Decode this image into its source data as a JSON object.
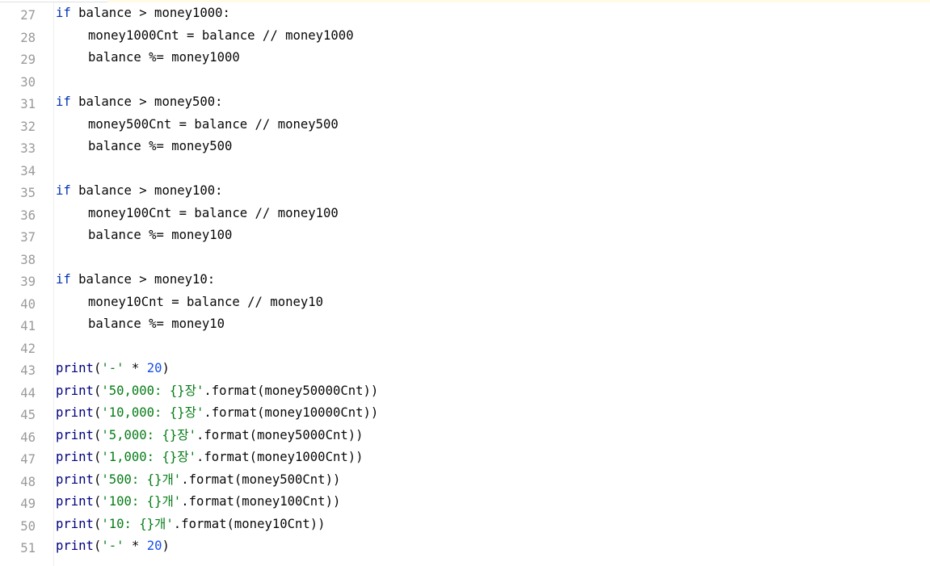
{
  "editor": {
    "colors": {
      "keyword": "#0033b3",
      "builtin": "#000080",
      "string": "#067d17",
      "number": "#1750eb",
      "default": "#080808",
      "line_number": "#999999"
    },
    "lines": [
      {
        "num": "27",
        "indent": 0,
        "tokens": [
          {
            "t": "kw",
            "v": "if"
          },
          {
            "t": "op",
            "v": " balance > money1000:"
          }
        ]
      },
      {
        "num": "28",
        "indent": 1,
        "tokens": [
          {
            "t": "op",
            "v": "money1000Cnt = balance // money1000"
          }
        ]
      },
      {
        "num": "29",
        "indent": 1,
        "tokens": [
          {
            "t": "op",
            "v": "balance %= money1000"
          }
        ]
      },
      {
        "num": "30",
        "indent": 0,
        "tokens": []
      },
      {
        "num": "31",
        "indent": 0,
        "tokens": [
          {
            "t": "kw",
            "v": "if"
          },
          {
            "t": "op",
            "v": " balance > money500:"
          }
        ]
      },
      {
        "num": "32",
        "indent": 1,
        "tokens": [
          {
            "t": "op",
            "v": "money500Cnt = balance // money500"
          }
        ]
      },
      {
        "num": "33",
        "indent": 1,
        "tokens": [
          {
            "t": "op",
            "v": "balance %= money500"
          }
        ]
      },
      {
        "num": "34",
        "indent": 0,
        "tokens": []
      },
      {
        "num": "35",
        "indent": 0,
        "tokens": [
          {
            "t": "kw",
            "v": "if"
          },
          {
            "t": "op",
            "v": " balance > money100:"
          }
        ]
      },
      {
        "num": "36",
        "indent": 1,
        "tokens": [
          {
            "t": "op",
            "v": "money100Cnt = balance // money100"
          }
        ]
      },
      {
        "num": "37",
        "indent": 1,
        "tokens": [
          {
            "t": "op",
            "v": "balance %= money100"
          }
        ]
      },
      {
        "num": "38",
        "indent": 0,
        "tokens": []
      },
      {
        "num": "39",
        "indent": 0,
        "tokens": [
          {
            "t": "kw",
            "v": "if"
          },
          {
            "t": "op",
            "v": " balance > money10:"
          }
        ]
      },
      {
        "num": "40",
        "indent": 1,
        "tokens": [
          {
            "t": "op",
            "v": "money10Cnt = balance // money10"
          }
        ]
      },
      {
        "num": "41",
        "indent": 1,
        "tokens": [
          {
            "t": "op",
            "v": "balance %= money10"
          }
        ]
      },
      {
        "num": "42",
        "indent": 0,
        "tokens": []
      },
      {
        "num": "43",
        "indent": 0,
        "tokens": [
          {
            "t": "fn",
            "v": "print"
          },
          {
            "t": "op",
            "v": "("
          },
          {
            "t": "st",
            "v": "'-'"
          },
          {
            "t": "op",
            "v": " * "
          },
          {
            "t": "nm",
            "v": "20"
          },
          {
            "t": "op",
            "v": ")"
          }
        ]
      },
      {
        "num": "44",
        "indent": 0,
        "tokens": [
          {
            "t": "fn",
            "v": "print"
          },
          {
            "t": "op",
            "v": "("
          },
          {
            "t": "st",
            "v": "'50,000: {}장'"
          },
          {
            "t": "op",
            "v": ".format(money50000Cnt))"
          }
        ]
      },
      {
        "num": "45",
        "indent": 0,
        "tokens": [
          {
            "t": "fn",
            "v": "print"
          },
          {
            "t": "op",
            "v": "("
          },
          {
            "t": "st",
            "v": "'10,000: {}장'"
          },
          {
            "t": "op",
            "v": ".format(money10000Cnt))"
          }
        ]
      },
      {
        "num": "46",
        "indent": 0,
        "tokens": [
          {
            "t": "fn",
            "v": "print"
          },
          {
            "t": "op",
            "v": "("
          },
          {
            "t": "st",
            "v": "'5,000: {}장'"
          },
          {
            "t": "op",
            "v": ".format(money5000Cnt))"
          }
        ]
      },
      {
        "num": "47",
        "indent": 0,
        "tokens": [
          {
            "t": "fn",
            "v": "print"
          },
          {
            "t": "op",
            "v": "("
          },
          {
            "t": "st",
            "v": "'1,000: {}장'"
          },
          {
            "t": "op",
            "v": ".format(money1000Cnt))"
          }
        ]
      },
      {
        "num": "48",
        "indent": 0,
        "tokens": [
          {
            "t": "fn",
            "v": "print"
          },
          {
            "t": "op",
            "v": "("
          },
          {
            "t": "st",
            "v": "'500: {}개'"
          },
          {
            "t": "op",
            "v": ".format(money500Cnt))"
          }
        ]
      },
      {
        "num": "49",
        "indent": 0,
        "tokens": [
          {
            "t": "fn",
            "v": "print"
          },
          {
            "t": "op",
            "v": "("
          },
          {
            "t": "st",
            "v": "'100: {}개'"
          },
          {
            "t": "op",
            "v": ".format(money100Cnt))"
          }
        ]
      },
      {
        "num": "50",
        "indent": 0,
        "tokens": [
          {
            "t": "fn",
            "v": "print"
          },
          {
            "t": "op",
            "v": "("
          },
          {
            "t": "st",
            "v": "'10: {}개'"
          },
          {
            "t": "op",
            "v": ".format(money10Cnt))"
          }
        ]
      },
      {
        "num": "51",
        "indent": 0,
        "tokens": [
          {
            "t": "fn",
            "v": "print"
          },
          {
            "t": "op",
            "v": "("
          },
          {
            "t": "st",
            "v": "'-'"
          },
          {
            "t": "op",
            "v": " * "
          },
          {
            "t": "nm",
            "v": "20"
          },
          {
            "t": "op",
            "v": ")"
          }
        ]
      }
    ]
  }
}
